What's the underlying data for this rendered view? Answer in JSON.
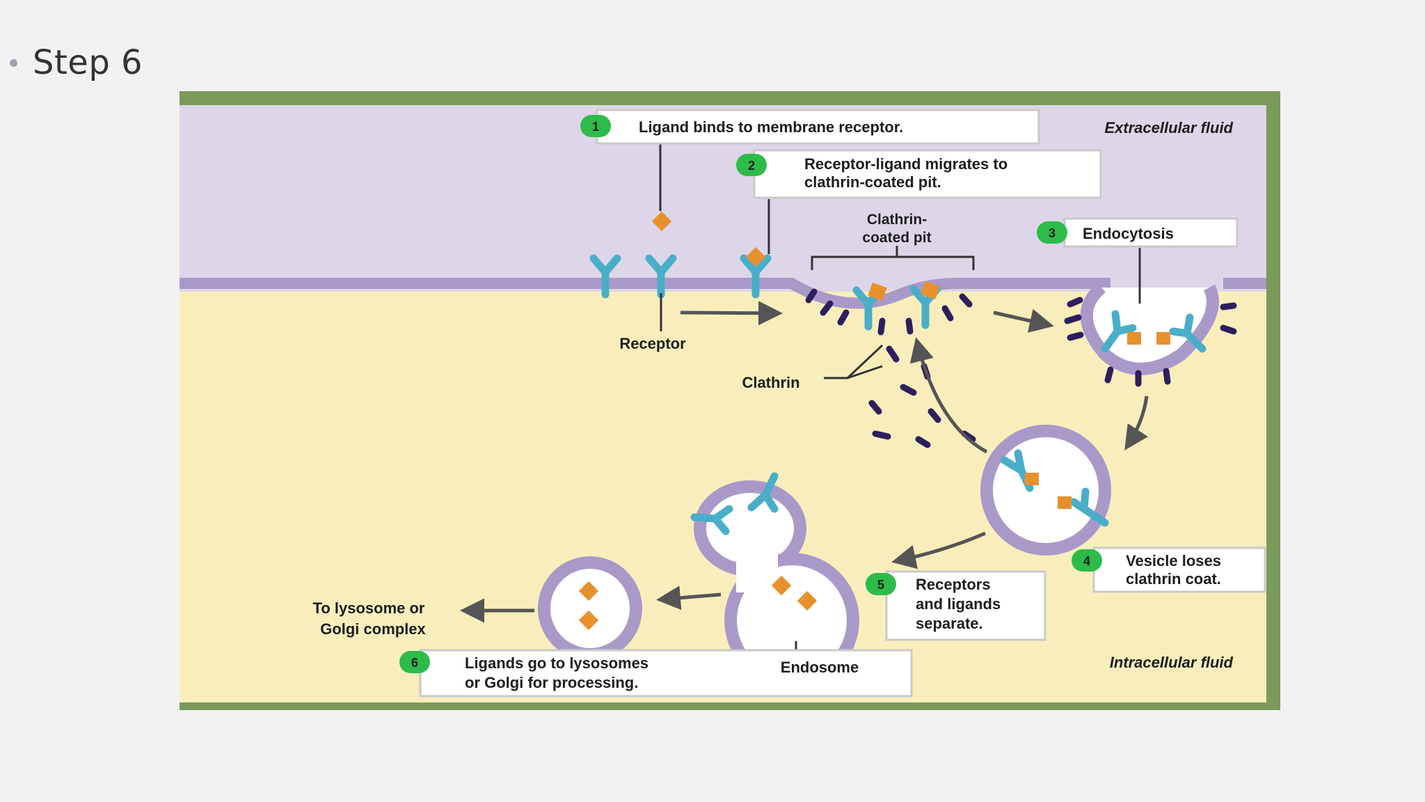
{
  "slide": {
    "title": "Step 6"
  },
  "diagram": {
    "regions": {
      "extracellular": "Extracellular fluid",
      "intracellular": "Intracellular fluid"
    },
    "steps": [
      {
        "number": "1",
        "lines": [
          "Ligand binds to membrane receptor."
        ]
      },
      {
        "number": "2",
        "lines": [
          "Receptor-ligand migrates to",
          "clathrin-coated pit."
        ]
      },
      {
        "number": "3",
        "lines": [
          "Endocytosis"
        ]
      },
      {
        "number": "4",
        "lines": [
          "Vesicle loses",
          "clathrin coat."
        ]
      },
      {
        "number": "5",
        "lines": [
          "Receptors",
          "and ligands",
          "separate."
        ]
      },
      {
        "number": "6",
        "lines": [
          "Ligands go to lysosomes",
          "or Golgi for processing."
        ]
      }
    ],
    "labels": {
      "pit_line1": "Clathrin-",
      "pit_line2": "coated pit",
      "receptor": "Receptor",
      "clathrin": "Clathrin",
      "endosome": "Endosome",
      "lysosome_line1": "To lysosome or",
      "lysosome_line2": "Golgi complex"
    },
    "colors": {
      "extracellular": "#ddd6e8",
      "intracellular": "#f9eebb",
      "membrane": "#a999c9",
      "receptor": "#4aaec8",
      "ligand": "#e8902c",
      "clathrin": "#2d1f5e",
      "step_badge": "#2dbb4a",
      "frame": "#7a9a5a"
    }
  }
}
